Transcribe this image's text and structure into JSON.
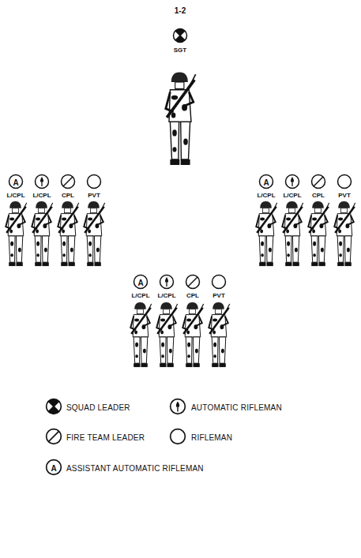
{
  "diagram": {
    "labels": [
      "1-2",
      "SGT",
      "A",
      "L/CPL",
      "L/CPL",
      "CPL",
      "PVT",
      "A",
      "L/CPL",
      "L/CPL",
      "CPL",
      "PVT",
      "A",
      "L/CPL",
      "L/CPL",
      "CPL",
      "PVT",
      "A"
    ],
    "legend": [
      {
        "text": "SQUAD LEADER"
      },
      {
        "text": "AUTOMATIC RIFLEMAN"
      },
      {
        "text": "FIRE TEAM LEADER"
      },
      {
        "text": "RIFLEMAN"
      },
      {
        "text": "ASSISTANT AUTOMATIC RIFLEMAN"
      }
    ]
  }
}
